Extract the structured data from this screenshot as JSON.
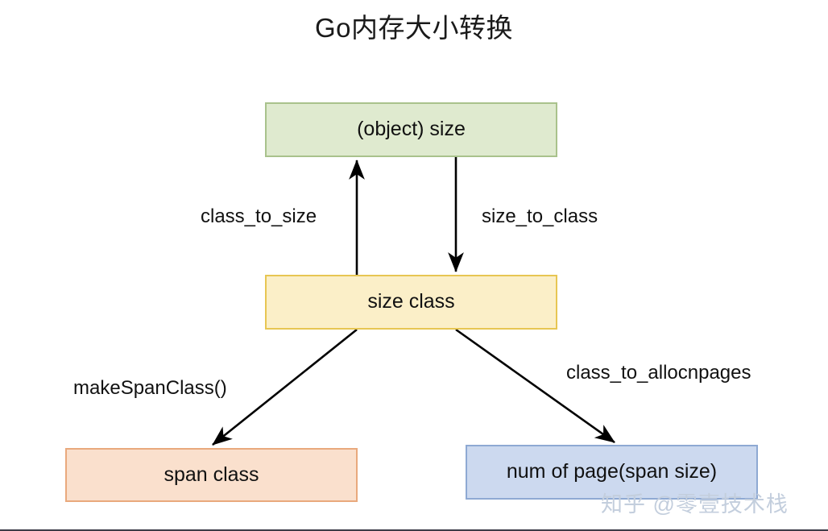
{
  "diagram": {
    "title": "Go内存大小转换",
    "type": "flow-diagram",
    "background_color": "#ffffff",
    "nodes": [
      {
        "id": "object-size",
        "label": "(object) size",
        "fill": "#dfeacf",
        "stroke": "#a9c28c"
      },
      {
        "id": "size-class",
        "label": "size class",
        "fill": "#fbefc8",
        "stroke": "#e7c653"
      },
      {
        "id": "span-class",
        "label": "span class",
        "fill": "#fae0cd",
        "stroke": "#e9a97d"
      },
      {
        "id": "num-of-page",
        "label": "num of page(span size)",
        "fill": "#ccd9ef",
        "stroke": "#8ea9d3"
      }
    ],
    "edges": [
      {
        "id": "class-to-size",
        "label": "class_to_size",
        "from": "size-class",
        "to": "object-size",
        "direction": "up"
      },
      {
        "id": "size-to-class",
        "label": "size_to_class",
        "from": "object-size",
        "to": "size-class",
        "direction": "down"
      },
      {
        "id": "make-span-class",
        "label": "makeSpanClass()",
        "from": "size-class",
        "to": "span-class",
        "direction": "down-left"
      },
      {
        "id": "class-to-allocnpages",
        "label": "class_to_allocnpages",
        "from": "size-class",
        "to": "num-of-page",
        "direction": "down-right"
      }
    ],
    "arrow_color": "#000000",
    "watermark": "知乎 @零壹技术栈",
    "watermark_color": "#c3cedd"
  }
}
